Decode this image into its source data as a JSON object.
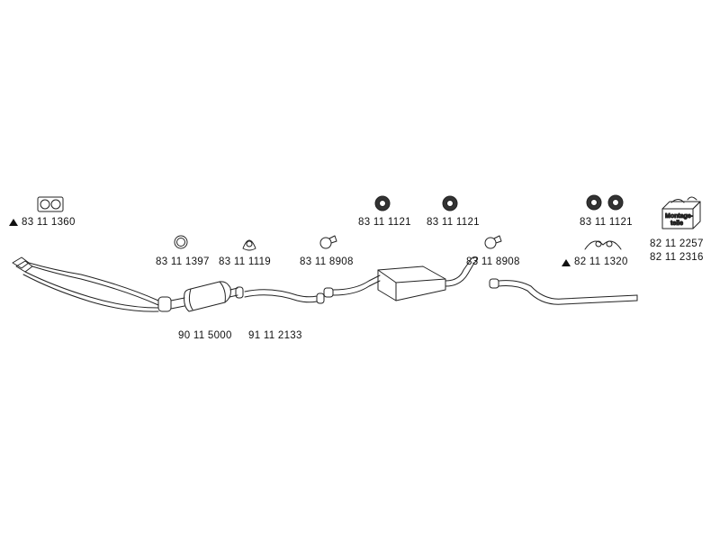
{
  "parts": {
    "flange_gasket": "83 11 1360",
    "ring_gasket": "83 11 1397",
    "triangle_gasket": "83 11 1119",
    "clamp_front": "83 11 8908",
    "clamp_rear": "83 11 8908",
    "rubber_mount_1": "83 11 1121",
    "rubber_mount_2": "83 11 1121",
    "rubber_mount_3": "83 11 1121",
    "bracket": "82 11 1320",
    "mounting_kit_a": "82 11 2257",
    "mounting_kit_b": "82 11 2316",
    "catalytic_converter_a": "90 11 5000",
    "catalytic_converter_b": "91 11 2133"
  },
  "mounting_box_text": "Montage-teile"
}
